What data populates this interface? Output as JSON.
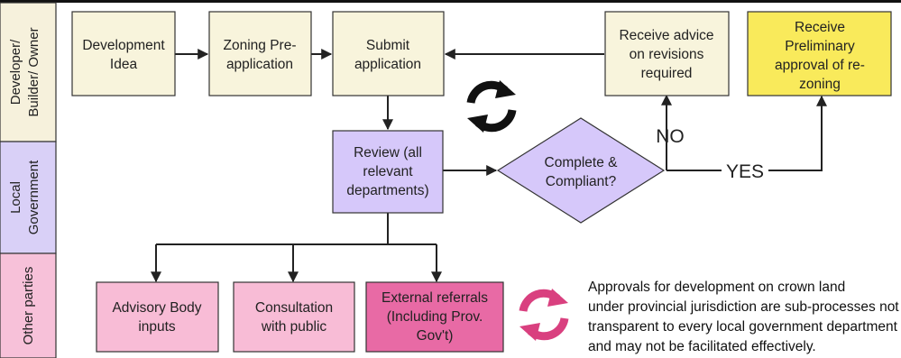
{
  "colors": {
    "lane_developer": "#f6f1dc",
    "lane_government": "#d9d0f7",
    "lane_other": "#f7c1d9",
    "box_cream": "#f8f4dc",
    "box_yellow": "#f9ea5b",
    "box_purple": "#d6c8fa",
    "box_pink_light": "#f8bcd6",
    "box_pink_dark": "#e86aa5",
    "cycle_black": "#111111",
    "cycle_pink": "#d9407f"
  },
  "lanes": {
    "developer": "Developer/ Builder/ Owner",
    "government": "Local Government",
    "other": "Other parties"
  },
  "nodes": {
    "development_idea": "Development Idea",
    "zoning_pre_application": "Zoning Pre-application",
    "submit_application": "Submit application",
    "receive_advice": "Receive advice on revisions required",
    "preliminary_approval": "Receive Preliminary approval of re-zoning",
    "review": "Review (all relevant departments)",
    "complete_compliant": "Complete & Compliant?",
    "advisory_body": "Advisory Body inputs",
    "consultation": "Consultation with public",
    "external_referrals": "External referrals (Including Prov. Gov't)"
  },
  "edge_labels": {
    "no": "NO",
    "yes": "YES"
  },
  "icons": {
    "cycle_main": "refresh-cycle-icon",
    "cycle_sub": "refresh-cycle-icon"
  },
  "note": "Approvals for development on crown land under provincial jurisdiction are sub-processes not transparent to every local government department and may not be facilitated effectively."
}
